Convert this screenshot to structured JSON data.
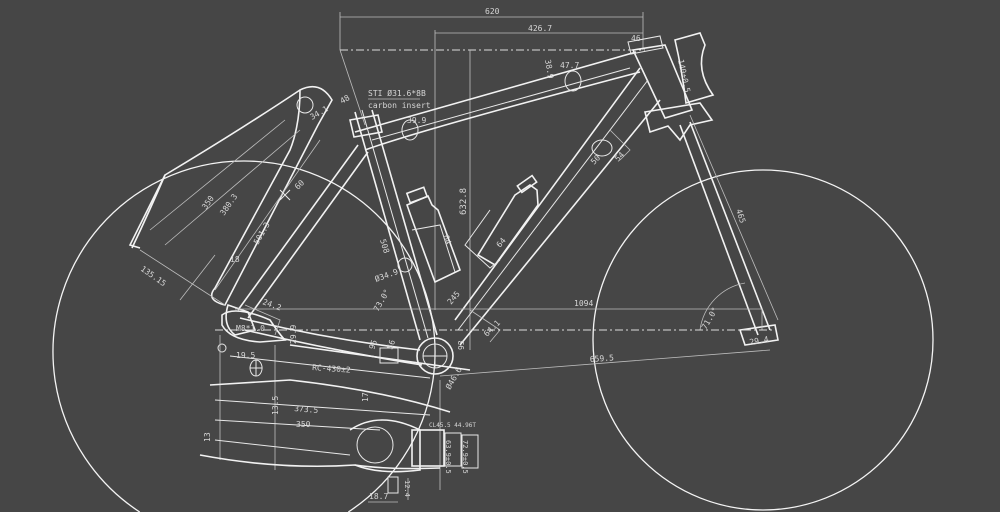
{
  "drawing": {
    "title": "Road bike frame geometry drawing",
    "colors": {
      "background": "#464646",
      "line": "#f2f2f2",
      "dimension": "#bdbdbd"
    },
    "dimensions": {
      "stack_reach_top": "620",
      "reach": "426.7",
      "head_top": "46",
      "top_tube_height": "38.9",
      "top_tube_width": "47.7",
      "head_tube_length": "140±0.5",
      "seatpost_note": "STI Ø31.6*8B",
      "seatpost_note2": "carbon insert",
      "seat_clamp": "39.9",
      "seat_angle_small": "34.1",
      "seat_stay_len": "48",
      "fork_350": "350",
      "fork_380": "380.3",
      "fork_501": "501.3",
      "fork_width": "135.15",
      "fork_18": "18",
      "fork_angle": "60",
      "seat_tube": "508",
      "seat_tube_dia": "Ø34.9",
      "seat_angle": "73.0°",
      "stack": "632.8",
      "bottle_64a": "64",
      "bottle_64b": "64",
      "down_tube_245": "245",
      "wheelbase": "1094",
      "head_angle": "71.0°",
      "fork_length": "465",
      "front_center": "659.5",
      "dropout": "29.4",
      "down_tube_54": "54",
      "down_tube_50": "50",
      "bb_64": "64.1",
      "bb_drop": "93",
      "bb_shell": "Ø46.6",
      "stay_95": "95",
      "stay_56": "56",
      "derailleur_thread": "M8*1.0",
      "dropout_24": "24.2",
      "dropout_29": "29.9",
      "cs_19": "19.5",
      "chainstay": "RC-430±2",
      "cs_17": "17",
      "cs_13a": "13.5",
      "cs_373": "373.5",
      "cs_350": "350",
      "chainline": "CL45.5 44.96T",
      "bb_width_1": "63.9±0.5",
      "bb_width_2": "72.9±0.5",
      "cs_13": "13",
      "bottom_18": "18.7",
      "bottom_12": "12.4"
    }
  }
}
